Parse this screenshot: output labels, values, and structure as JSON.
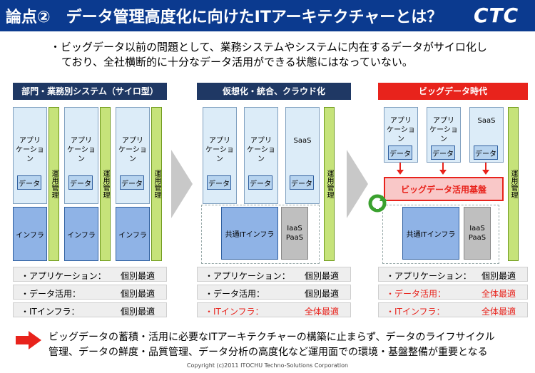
{
  "header": {
    "title": "論点②　データ管理高度化に向けたITアーキテクチャーとは？",
    "logo": "CTC"
  },
  "intro": {
    "text_line1": "・ビッグデータ以前の問題として、業務システムやシステムに内在するデータがサイロ化し",
    "text_line2": "ており、全社横断的に十分なデータ活用ができる状態にはなっていない。"
  },
  "labels": {
    "app_l1": "アプリ",
    "app_l2": "ケーション",
    "data": "データ",
    "ops": "運用管理",
    "infra": "インフラ",
    "saas": "SaaS",
    "common_infra": "共通ITインフラ",
    "iaas": "IaaS",
    "paas": "PaaS",
    "bigdata_base": "ビッグデータ活用基盤"
  },
  "columns": [
    {
      "title": "部門・業務別システム（サイロ型）",
      "rows": [
        {
          "label": "・アプリケーション：",
          "value": "個別最適",
          "highlight": false
        },
        {
          "label": "・データ活用：",
          "value": "個別最適",
          "highlight": false
        },
        {
          "label": "・ITインフラ：",
          "value": "個別最適",
          "highlight": false
        }
      ]
    },
    {
      "title": "仮想化・統合、クラウド化",
      "rows": [
        {
          "label": "・アプリケーション：",
          "value": "個別最適",
          "highlight": false
        },
        {
          "label": "・データ活用：",
          "value": "個別最適",
          "highlight": false
        },
        {
          "label": "・ITインフラ：",
          "value": "全体最適",
          "highlight": true
        }
      ]
    },
    {
      "title": "ビッグデータ時代",
      "rows": [
        {
          "label": "・アプリケーション：",
          "value": "個別最適",
          "highlight": false
        },
        {
          "label": "・データ活用：",
          "value": "全体最適",
          "highlight": true
        },
        {
          "label": "・ITインフラ：",
          "value": "全体最適",
          "highlight": true
        }
      ]
    }
  ],
  "footer": {
    "line1": "ビッグデータの蓄積・活用に必要なITアーキテクチャーの構築に止まらず、データのライフサイクル",
    "line2": "管理、データの鮮度・品質管理、データ分析の高度化など運用面での環境・基盤整備が重要となる"
  },
  "copyright": "Copyright (c)2011 ITOCHU Techno-Solutions Corporation",
  "colors": {
    "navy": "#0b3a8f",
    "accent_red": "#e8231c",
    "ops_green": "#c6e37a",
    "infra_blue": "#8fb3e6"
  }
}
